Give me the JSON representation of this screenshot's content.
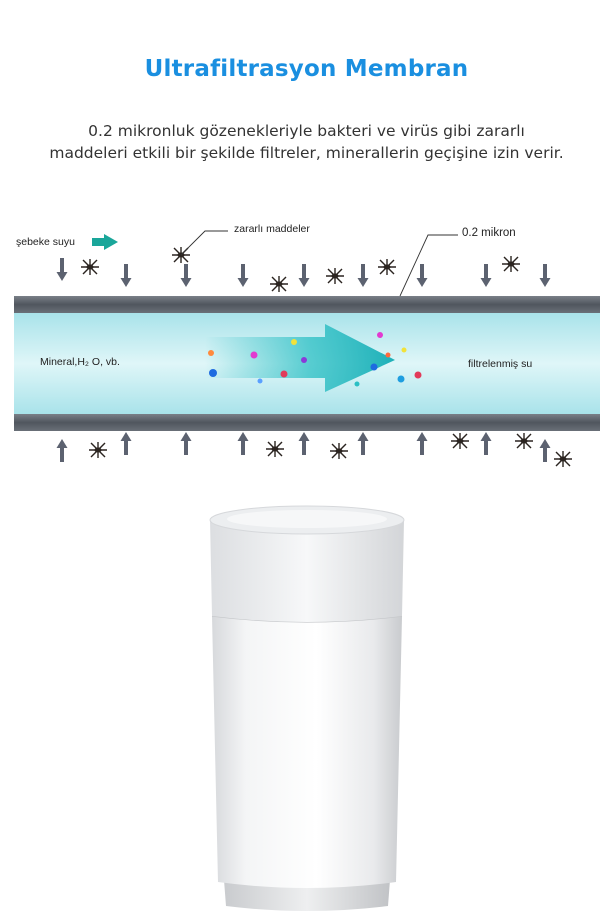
{
  "title": "Ultrafiltrasyon Membran",
  "description": {
    "line1": "0.2 mikronluk gözenekleriyle bakteri ve virüs gibi zararlı",
    "line2": "maddeleri etkili bir şekilde filtreler, minerallerin geçişine izin verir."
  },
  "diagram": {
    "label_water_in": "şebeke suyu",
    "label_harmful": "zararlı maddeler",
    "label_micron": "0.2 mikron",
    "label_mineral": "Mineral,H₂ O,   vb.",
    "label_filtered": "filtrelenmiş su"
  },
  "colors": {
    "title": "#1a8fe0",
    "membrane": "#5a6068",
    "channel": "#bfe9ee",
    "flow_arrow": "#2bbfc4",
    "inlet_arrow": "#1aa69a"
  },
  "icons": [
    "inlet-arrow-icon",
    "bacteria-icon",
    "flow-arrow-icon",
    "cartridge-filter"
  ]
}
